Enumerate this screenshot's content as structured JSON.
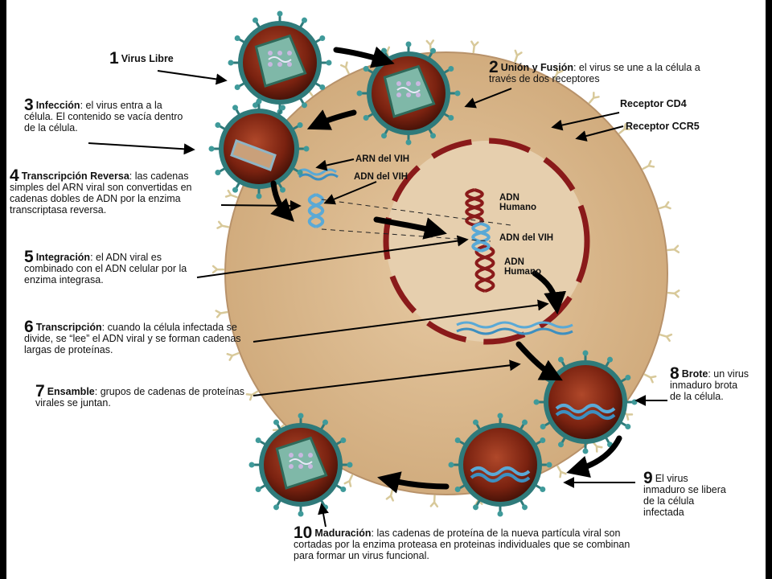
{
  "steps": [
    {
      "number": "1",
      "title": "Virus Libre",
      "text": ""
    },
    {
      "number": "2",
      "title": "Unión y Fusión",
      "text": ": el virus se une a la célula a través de dos receptores"
    },
    {
      "number": "3",
      "title": "Infección",
      "text": ": el virus entra a la célula.  El contenido se vacía dentro de la célula."
    },
    {
      "number": "4",
      "title": "Transcripción Reversa",
      "text": ": las cadenas simples del ARN viral son convertidas en cadenas dobles de ADN por la enzima transcriptasa reversa."
    },
    {
      "number": "5",
      "title": "Integración",
      "text": ": el ADN viral es combinado con el ADN celular por la enzima integrasa."
    },
    {
      "number": "6",
      "title": "Transcripción",
      "text": ": cuando la célula infectada se divide, se “lee” el ADN viral y se forman cadenas largas de proteínas."
    },
    {
      "number": "7",
      "title": "Ensamble",
      "text": ": grupos de cadenas de proteínas virales se juntan."
    },
    {
      "number": "8",
      "title": "Brote",
      "text": ": un virus inmaduro brota de la célula."
    },
    {
      "number": "9",
      "title": "",
      "text": "El virus inmaduro se libera de la célula infectada"
    },
    {
      "number": "10",
      "title": "Maduración",
      "text": ": las cadenas de proteína de la nueva partícula viral son cortadas por la enzima proteasa en proteinas individuales que se combinan para formar un virus funcional."
    }
  ],
  "labels": {
    "receptor_cd4": "Receptor CD4",
    "receptor_ccr5": "Receptor CCR5",
    "arn_vih": "ARN del VIH",
    "adn_vih_top": "ADN del VIH",
    "adn_humano_1": "ADN Humano",
    "adn_vih_nucleus": "ADN del VIH",
    "adn_humano_2": "ADN Humano"
  },
  "colors": {
    "cell": "#d9b98f",
    "nucleus_border": "#8a1a1a",
    "virus_shell": "#8b2a12",
    "virus_ring": "#2f7a7a",
    "dna_blue": "#5aa9d6",
    "dna_red": "#8a1a1a",
    "arrow": "#000000"
  }
}
